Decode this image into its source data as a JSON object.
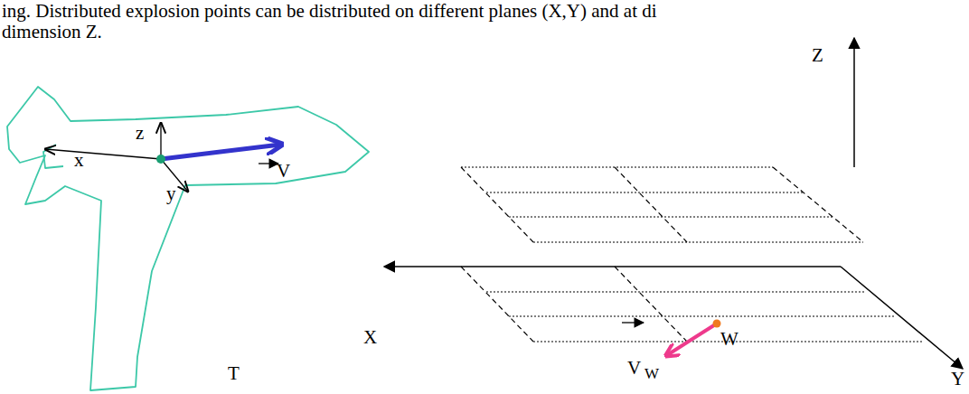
{
  "diagram": {
    "labels": [
      "ing. Distributed explosion points can be distributed on different planes (X,Y) and at di",
      "dimension Z.",
      "Z",
      "z",
      "x",
      "y",
      "V",
      "T",
      "X",
      "W",
      "V",
      "W",
      "Y"
    ]
  }
}
